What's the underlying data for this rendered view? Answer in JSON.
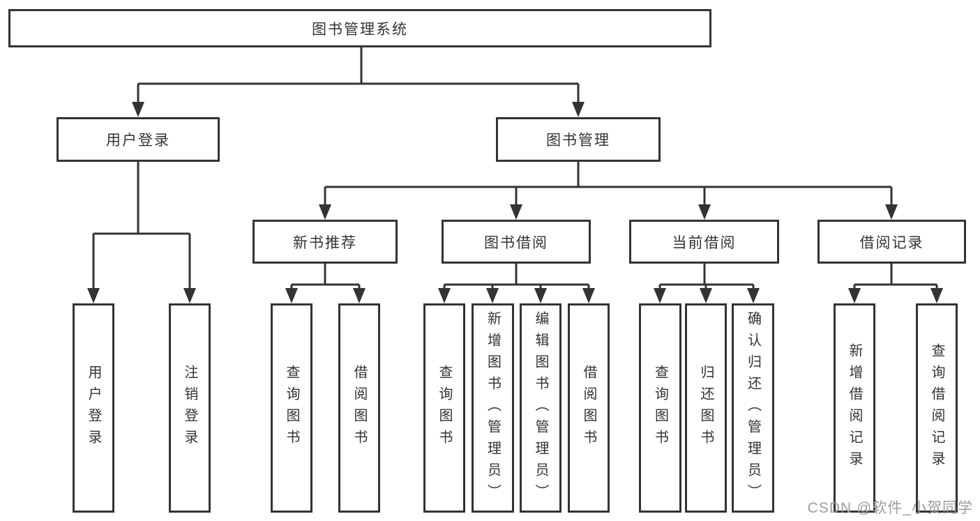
{
  "nodes": {
    "root": "图书管理系统",
    "user_login": "用户登录",
    "book_mgmt": "图书管理",
    "new_book_rec": "新书推荐",
    "book_borrow": "图书借阅",
    "current_borrow": "当前借阅",
    "borrow_records": "借阅记录",
    "leaf_user_login": "用户登录",
    "leaf_logout": "注销登录",
    "leaf_query_book_rec": "查询图书",
    "leaf_borrow_book_rec": "借阅图书",
    "leaf_query_book_borrow": "查询图书",
    "leaf_add_book_admin": "新增图书（管理员）",
    "leaf_edit_book_admin": "编辑图书（管理员）",
    "leaf_borrow_book_borrow": "借阅图书",
    "leaf_query_book_current": "查询图书",
    "leaf_return_book": "归还图书",
    "leaf_confirm_return_admin": "确认归还（管理员）",
    "leaf_add_borrow_record": "新增借阅记录",
    "leaf_query_borrow_record": "查询借阅记录"
  },
  "watermark": "CSDN @软件_小贺同学",
  "colors": {
    "line": "#333333",
    "text": "#333333",
    "background": "#ffffff",
    "watermark": "#9c9c9c"
  }
}
